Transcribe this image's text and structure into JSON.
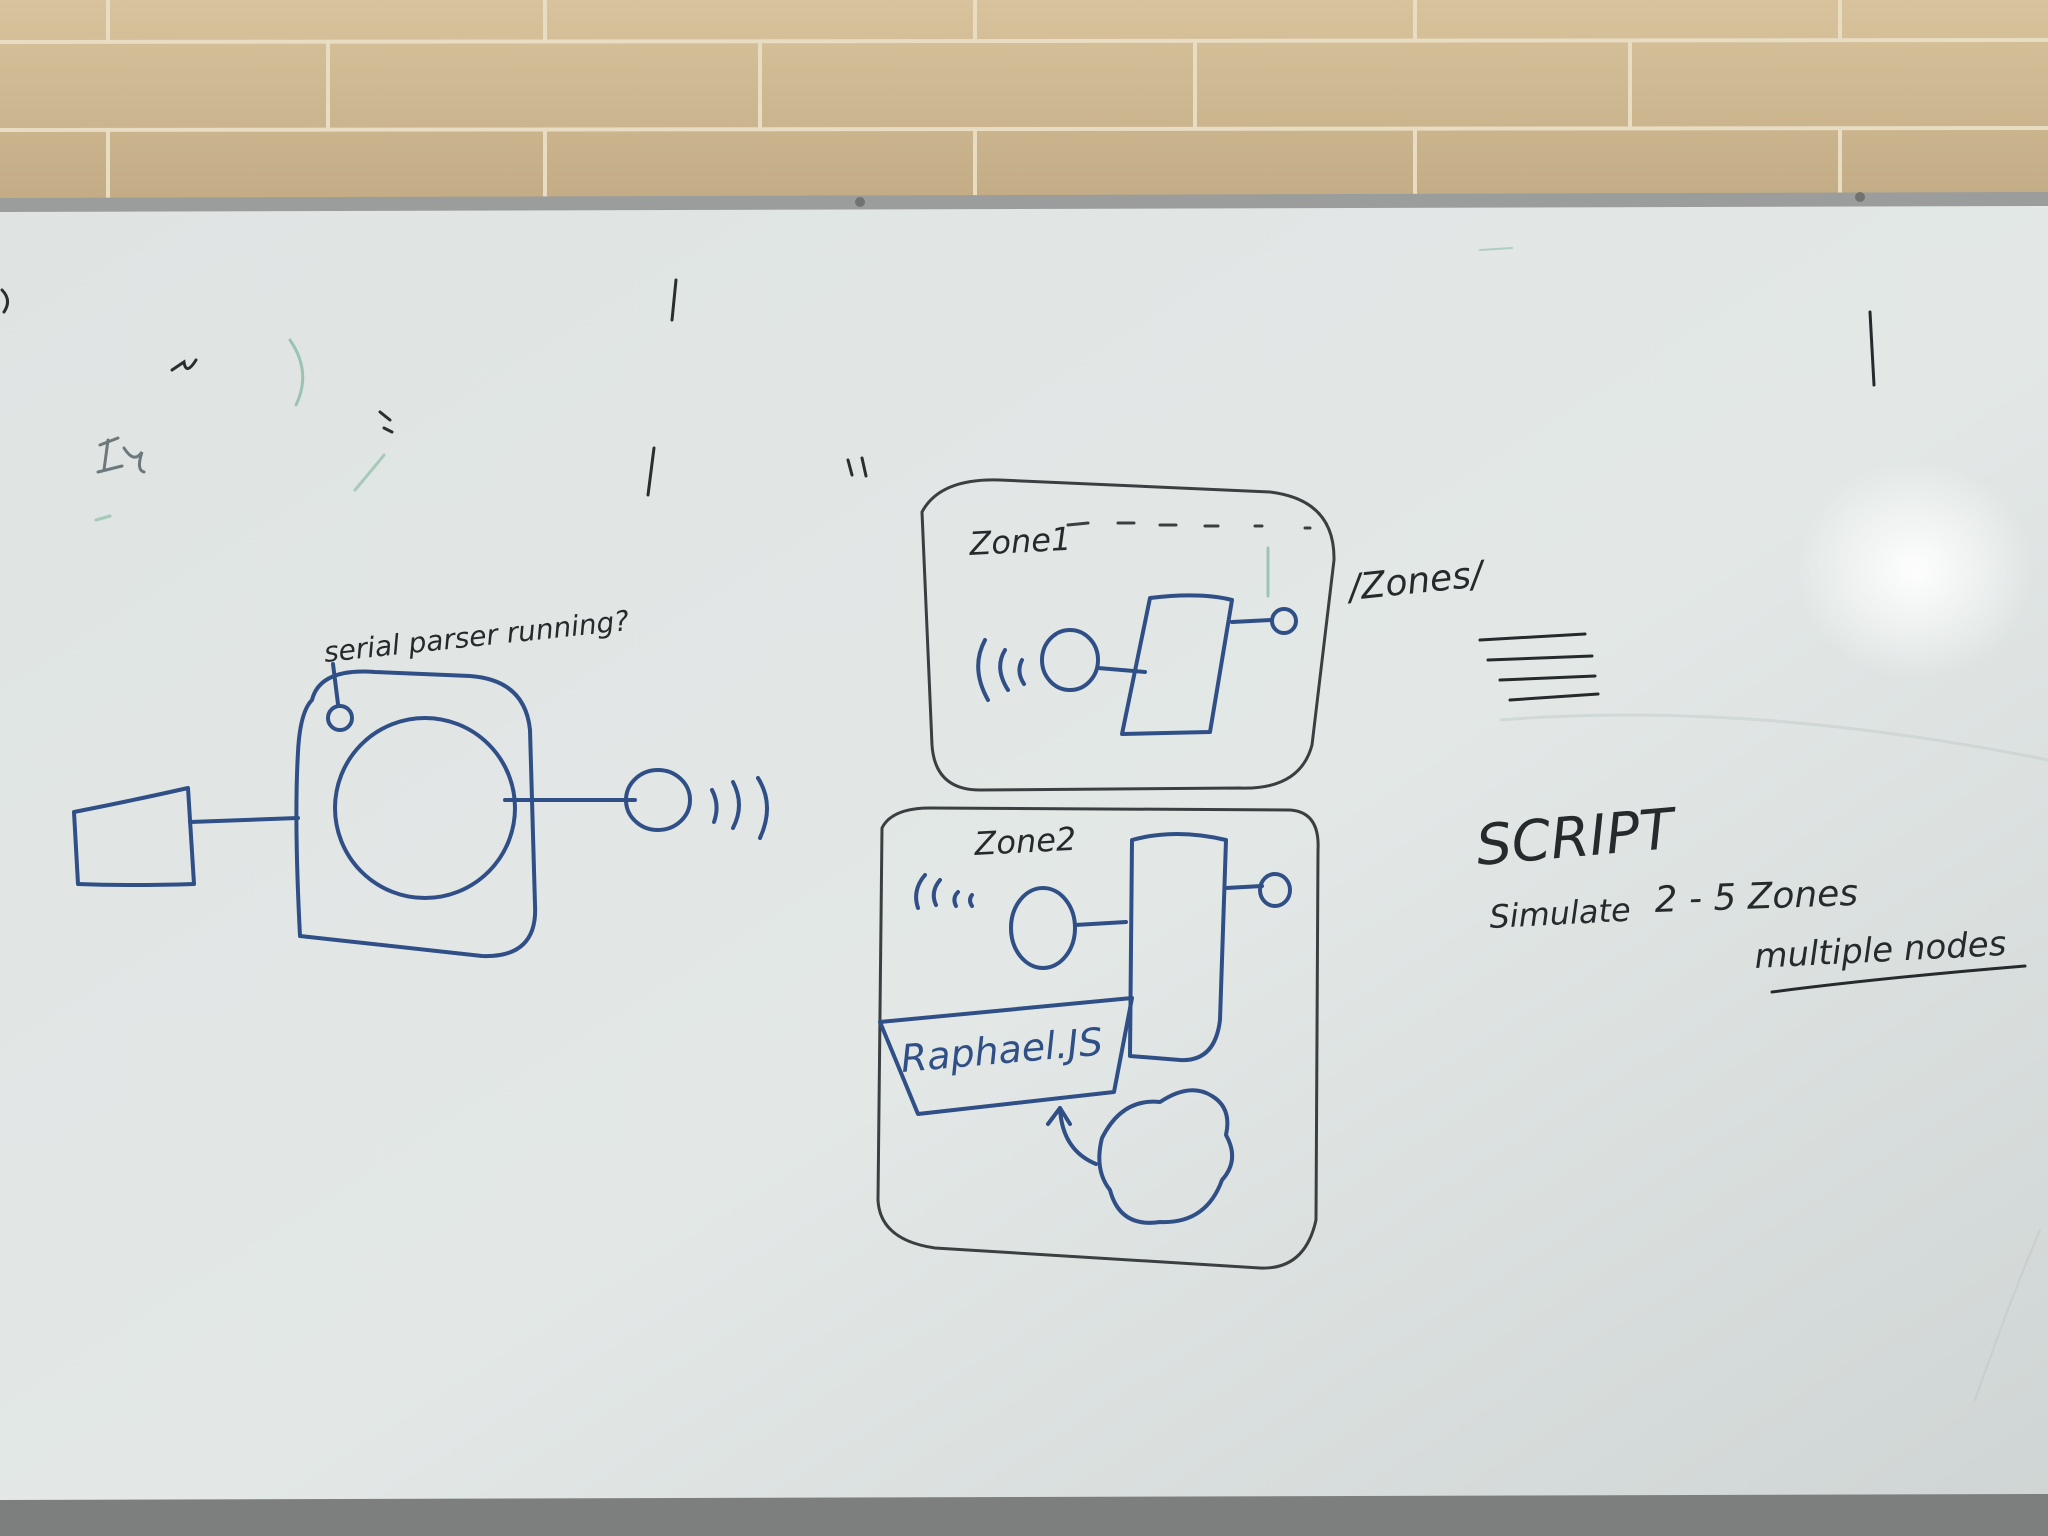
{
  "whiteboard": {
    "left_diagram": {
      "annotation": "serial parser running?"
    },
    "zone1_box": {
      "title": "Zone1"
    },
    "zones_label": "/Zones/",
    "zone2_box": {
      "title": "Zone2",
      "library_label": "Raphael.JS"
    },
    "notes": {
      "heading": "SCRIPT",
      "line1_word": "Simulate",
      "line1_range": "2 - 5 Zones",
      "line2": "multiple nodes"
    }
  },
  "colors": {
    "wall": "#c9b48e",
    "board": "#e2e6e5",
    "blue_marker": "#2f4f86",
    "black_marker": "#262a2c"
  }
}
